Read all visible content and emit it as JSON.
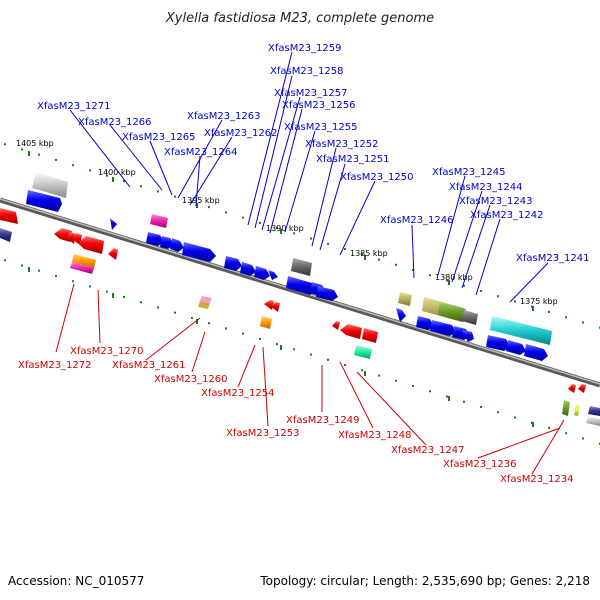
{
  "header": {
    "title": "Xylella fastidiosa M23, complete genome"
  },
  "footer": {
    "accession": "Accession: NC_010577",
    "summary": "Topology: circular; Length: 2,535,690 bp; Genes: 2,218"
  },
  "ticks": [
    "1405 kbp",
    "1400 kbp",
    "1395 kbp",
    "1390 kbp",
    "1385 kbp",
    "1380 kbp",
    "1375 kbp"
  ],
  "top_genes": [
    "XfasM23_1259",
    "XfasM23_1258",
    "XfasM23_1257",
    "XfasM23_1256",
    "XfasM23_1271",
    "XfasM23_1263",
    "XfasM23_1266",
    "XfasM23_1262",
    "XfasM23_1265",
    "XfasM23_1255",
    "XfasM23_1264",
    "XfasM23_1252",
    "XfasM23_1251",
    "XfasM23_1250",
    "XfasM23_1245",
    "XfasM23_1244",
    "XfasM23_1243",
    "XfasM23_1242",
    "XfasM23_1246",
    "XfasM23_1241"
  ],
  "bottom_genes": [
    "XfasM23_1270",
    "XfasM23_1272",
    "XfasM23_1261",
    "XfasM23_1260",
    "XfasM23_1254",
    "XfasM23_1249",
    "XfasM23_1253",
    "XfasM23_1248",
    "XfasM23_1247",
    "XfasM23_1236",
    "XfasM23_1234"
  ],
  "colors": {
    "forward": "#0000dd",
    "reverse": "#ee0000",
    "label_top": "#0000cc",
    "label_bottom": "#cc0000",
    "backbone": "#888888",
    "tick_mark": "#1a7a1a"
  }
}
